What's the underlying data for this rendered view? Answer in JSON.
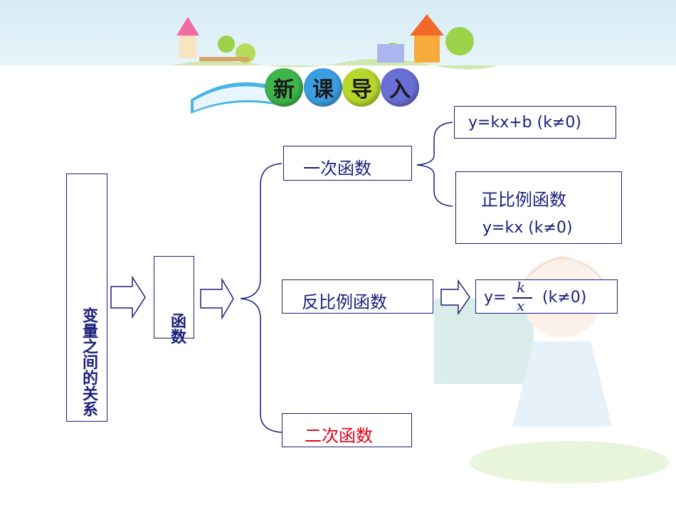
{
  "title_chars": [
    "新",
    "课",
    "导",
    "入"
  ],
  "root_label": "变量之间的关系",
  "function_label": "函数",
  "branches": {
    "linear": "一次函数",
    "inverse": "反比例函数",
    "quadratic": "二次函数"
  },
  "linear_forms": {
    "general": "y=kx+b (k≠0)",
    "proportional_title": "正比例函数",
    "proportional_formula": "y=kx (k≠0)"
  },
  "inverse_formula": {
    "prefix": "y=",
    "numerator": "k",
    "denominator": "x",
    "suffix": "(k≠0)"
  },
  "colors": {
    "primary": "#1b1f7a",
    "highlight": "#e0001b",
    "circle1": "#3db54a",
    "circle2": "#3a9ee0",
    "circle3": "#b7d62c",
    "circle4": "#6a6fd6"
  }
}
